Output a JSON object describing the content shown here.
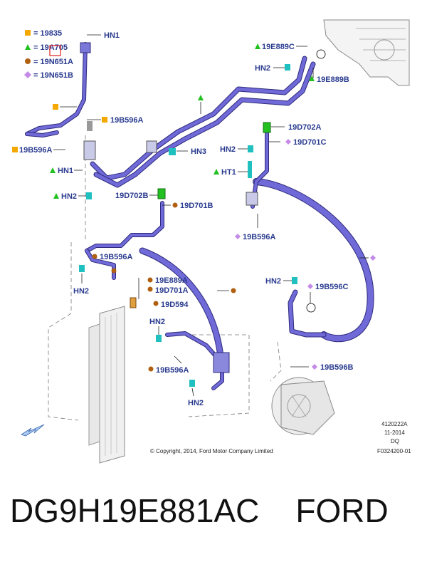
{
  "legend": [
    {
      "symbol": "square",
      "color": "#f5a800",
      "text": "= 19835"
    },
    {
      "symbol": "triangle",
      "color": "#22c020",
      "text": "= 19A705"
    },
    {
      "symbol": "circle",
      "color": "#b06010",
      "text": "= 19N651A"
    },
    {
      "symbol": "diamond",
      "color": "#c48ae8",
      "text": "= 19N651B"
    }
  ],
  "callouts": {
    "hn1_top": "HN1",
    "b596a_1": "19B596A",
    "b596a_left": "19B596A",
    "hn1_mid": "HN1",
    "hn2_mid": "HN2",
    "hn3": "HN3",
    "d702b": "19D702B",
    "d701b": "19D701B",
    "e889c": "19E889C",
    "hn2_top": "HN2",
    "e889b": "19E889B",
    "d702a": "19D702A",
    "d701c": "19D701C",
    "hn2_right": "HN2",
    "ht1": "HT1",
    "b596a_mid": "19B596A",
    "b596a_lower": "19B596A",
    "hn2_lowleft": "HN2",
    "e889a": "19E889A",
    "d701a": "19D701A",
    "d594": "19D594",
    "hn2_low": "HN2",
    "b596a_bottom": "19B596A",
    "hn2_bottom": "HN2",
    "hn2_rlow": "HN2",
    "b596c": "19B596C",
    "b596b": "19B596B"
  },
  "meta": {
    "code": "4120222A",
    "date": "11-2014",
    "initials": "DQ",
    "figure": "F0324200-01",
    "copyright": "© Copyright, 2014, Ford Motor Company Limited"
  },
  "caption": "DG9H19E881AC    FORD"
}
